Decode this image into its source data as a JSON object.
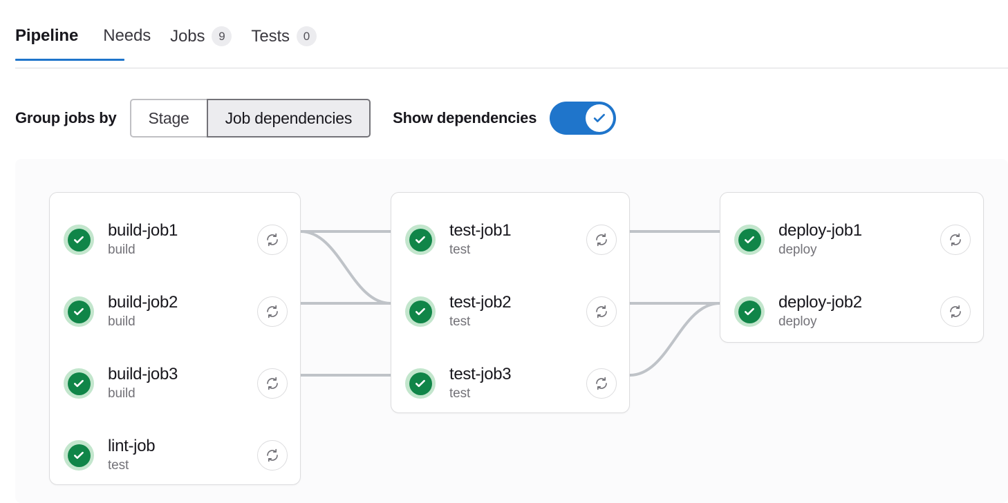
{
  "tabs": [
    {
      "label": "Pipeline",
      "badge": null,
      "active": true,
      "name": "tab-pipeline"
    },
    {
      "label": "Needs",
      "badge": null,
      "active": false,
      "name": "tab-needs"
    },
    {
      "label": "Jobs",
      "badge": "9",
      "active": false,
      "name": "tab-jobs"
    },
    {
      "label": "Tests",
      "badge": "0",
      "active": false,
      "name": "tab-tests"
    }
  ],
  "controls": {
    "group_by_label": "Group jobs by",
    "segmented": [
      {
        "label": "Stage",
        "selected": false
      },
      {
        "label": "Job dependencies",
        "selected": true
      }
    ],
    "show_dependencies_label": "Show dependencies",
    "show_dependencies_on": true
  },
  "colors": {
    "accent_blue": "#1f75cb",
    "status_success_fill": "#108548",
    "status_success_halo": "#c3e6cd",
    "panel_bg": "#fbfbfc",
    "card_border": "#dcdcde",
    "connector": "#bfc3c8",
    "badge_bg": "#ececef",
    "text_primary": "#18171d",
    "text_muted": "#737278"
  },
  "icons": {
    "status": "check-circle-icon",
    "retry": "retry-icon",
    "toggle_check": "check-icon"
  },
  "graph": {
    "groups": [
      {
        "id": "build",
        "name": "job-group-build",
        "jobs": [
          {
            "name": "build-job1",
            "stage": "build",
            "status": "success"
          },
          {
            "name": "build-job2",
            "stage": "build",
            "status": "success"
          },
          {
            "name": "build-job3",
            "stage": "build",
            "status": "success"
          },
          {
            "name": "lint-job",
            "stage": "test",
            "status": "success"
          }
        ]
      },
      {
        "id": "test",
        "name": "job-group-test",
        "jobs": [
          {
            "name": "test-job1",
            "stage": "test",
            "status": "success"
          },
          {
            "name": "test-job2",
            "stage": "test",
            "status": "success"
          },
          {
            "name": "test-job3",
            "stage": "test",
            "status": "success"
          }
        ]
      },
      {
        "id": "deploy",
        "name": "job-group-deploy",
        "jobs": [
          {
            "name": "deploy-job1",
            "stage": "deploy",
            "status": "success"
          },
          {
            "name": "deploy-job2",
            "stage": "deploy",
            "status": "success"
          }
        ]
      }
    ],
    "dependencies": [
      {
        "from": "build-job1",
        "to": "test-job1",
        "shape": "straight"
      },
      {
        "from": "build-job1",
        "to": "test-job2",
        "shape": "curve"
      },
      {
        "from": "build-job2",
        "to": "test-job2",
        "shape": "straight"
      },
      {
        "from": "build-job3",
        "to": "test-job3",
        "shape": "straight"
      },
      {
        "from": "test-job1",
        "to": "deploy-job1",
        "shape": "straight"
      },
      {
        "from": "test-job2",
        "to": "deploy-job2",
        "shape": "straight"
      },
      {
        "from": "test-job3",
        "to": "deploy-job2",
        "shape": "curve"
      }
    ]
  }
}
